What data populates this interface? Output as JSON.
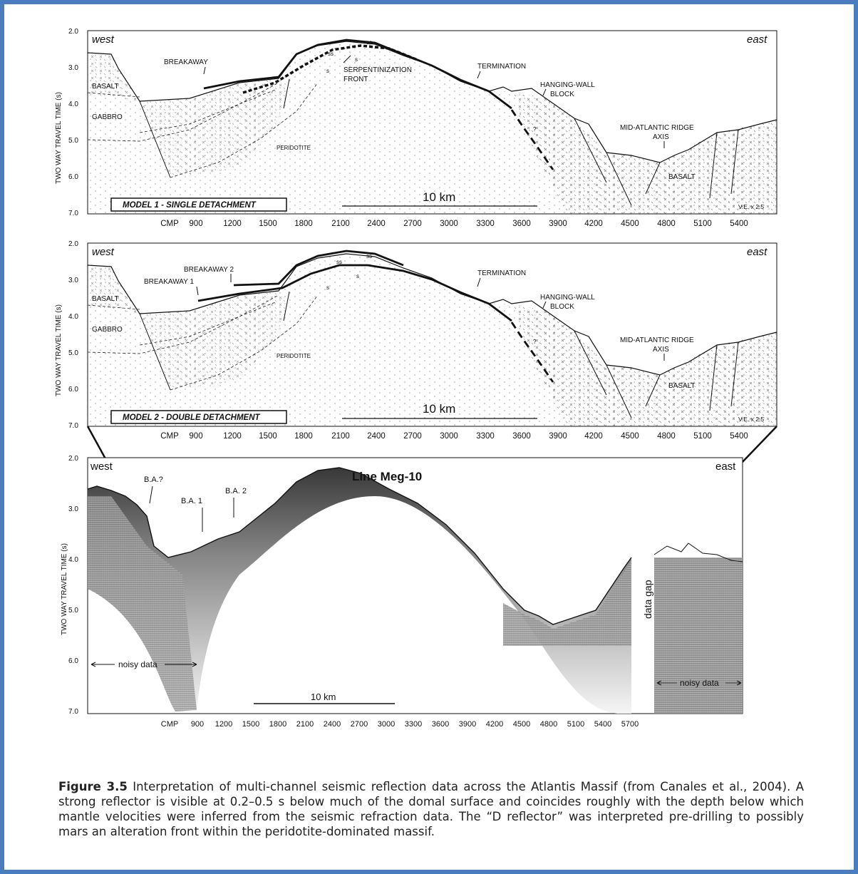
{
  "panels": [
    {
      "corner_left": "west",
      "corner_right": "east",
      "model_label": "MODEL 1 - SINGLE DETACHMENT",
      "ylabel": "TWO WAY TRAVEL TIME (s)",
      "yticks": [
        "2.0",
        "3.0",
        "4.0",
        "5.0",
        "6.0",
        "7.0"
      ],
      "xlabel_prefix": "CMP",
      "xticks": [
        "900",
        "1200",
        "1500",
        "1800",
        "2100",
        "2400",
        "2700",
        "3000",
        "3300",
        "3600",
        "3900",
        "4200",
        "4500",
        "4800",
        "5100",
        "5400"
      ],
      "scale": "10 km",
      "ve": "V.E. x 2.5",
      "labels": {
        "breakaway": "BREAKAWAY",
        "basalt_w": "BASALT",
        "gabbro": "GABBRO",
        "serp1": "SERPENTINIZATION",
        "serp2": "FRONT",
        "peridotite": "PERIDOTITE",
        "termination": "TERMINATION",
        "hw1": "HANGING-WALL",
        "hw2": "BLOCK",
        "mar1": "MID-ATLANTIC RIDGE",
        "mar2": "AXIS",
        "basalt_e": "BASALT",
        "ss": "ss",
        "s": "s",
        "q": "?"
      }
    },
    {
      "corner_left": "west",
      "corner_right": "east",
      "model_label": "MODEL 2 - DOUBLE DETACHMENT",
      "ylabel": "TWO WAY TRAVEL TIME (s)",
      "yticks": [
        "2.0",
        "3.0",
        "4.0",
        "5.0",
        "6.0",
        "7.0"
      ],
      "xlabel_prefix": "CMP",
      "xticks": [
        "900",
        "1200",
        "1500",
        "1800",
        "2100",
        "2400",
        "2700",
        "3000",
        "3300",
        "3600",
        "3900",
        "4200",
        "4500",
        "4800",
        "5100",
        "5400"
      ],
      "scale": "10 km",
      "ve": "V.E. x 2.5",
      "labels": {
        "breakaway1": "BREAKAWAY 1",
        "breakaway2": "BREAKAWAY 2",
        "basalt_w": "BASALT",
        "gabbro": "GABBRO",
        "peridotite": "PERIDOTITE",
        "termination": "TERMINATION",
        "hw1": "HANGING-WALL",
        "hw2": "BLOCK",
        "mar1": "MID-ATLANTIC RIDGE",
        "mar2": "AXIS",
        "basalt_e": "BASALT",
        "ss": "ss",
        "s": "s",
        "q": "?"
      }
    }
  ],
  "seismic": {
    "title": "Line Meg-10",
    "corner_left": "west",
    "corner_right": "east",
    "ylabel": "TWO WAY TRAVEL TIME (s)",
    "yticks": [
      "2.0",
      "3.0",
      "4.0",
      "5.0",
      "6.0",
      "7.0"
    ],
    "xlabel_prefix": "CMP",
    "xticks": [
      "900",
      "1200",
      "1500",
      "1800",
      "2100",
      "2400",
      "2700",
      "3000",
      "3300",
      "3600",
      "3900",
      "4200",
      "4500",
      "4800",
      "5100",
      "5400",
      "5700"
    ],
    "ba_q": "B.A.?",
    "ba1": "B.A. 1",
    "ba2": "B.A. 2",
    "noisy_left": "noisy data",
    "noisy_right": "noisy data",
    "gap": "data gap",
    "scale": "10 km"
  },
  "caption": {
    "label": "Figure 3.5",
    "text": " Interpretation of multi-channel seismic reflection data across the Atlantis Massif (from Canales et al., 2004). A strong reflector is visible at 0.2–0.5 s below much of the domal surface and coincides roughly with the depth below which mantle velocities were inferred from the seismic refraction data. The “D reflector” was interpreted pre-drilling to possibly mars an alteration front within the peridotite-dominated massif."
  },
  "colors": {
    "frame": "#4a7cc0",
    "ink": "#111111"
  }
}
